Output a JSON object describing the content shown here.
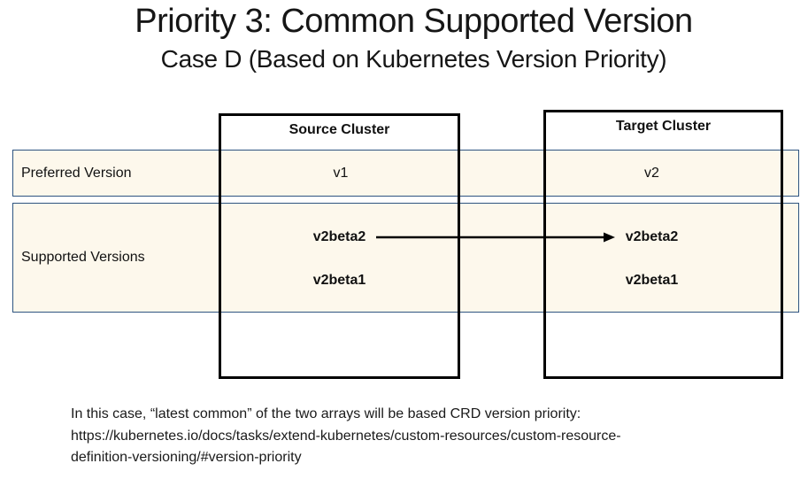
{
  "slide": {
    "title": "Priority 3: Common Supported Version",
    "subtitle": "Case D (Based on Kubernetes Version Priority)"
  },
  "table": {
    "source_header": "Source Cluster",
    "target_header": "Target Cluster",
    "preferred_row": {
      "label": "Preferred Version",
      "source": "v1",
      "target": "v2"
    },
    "supported_row": {
      "label": "Supported Versions",
      "source": [
        "v2beta2",
        "v2beta1"
      ],
      "target": [
        "v2beta2",
        "v2beta1"
      ]
    }
  },
  "arrow": {
    "description": "maps source v2beta2 to target v2beta2"
  },
  "footnote": {
    "line1": "In this case, “latest common” of the two arrays will be based CRD version priority:",
    "line2": "https://kubernetes.io/docs/tasks/extend-kubernetes/custom-resources/custom-resource-",
    "line3": "definition-versioning/#version-priority"
  },
  "colors": {
    "band_fill": "#FDF8EC",
    "band_border": "#2E5480",
    "box_border": "#000000",
    "text": "#161616"
  }
}
